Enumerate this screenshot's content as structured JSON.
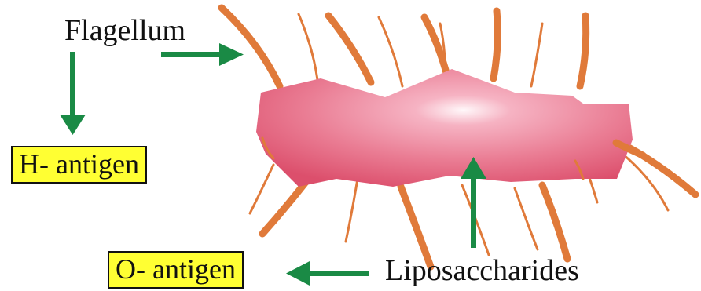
{
  "labels": {
    "flagellum": "Flagellum",
    "h_antigen": "H- antigen",
    "o_antigen": "O- antigen",
    "liposaccharides": "Liposaccharides"
  },
  "colors": {
    "flagella": "#e07a3a",
    "arrow": "#1a8a45",
    "box_fill": "#ffff33",
    "cell_center": "#fde8ee",
    "cell_edge": "#e0506a"
  }
}
